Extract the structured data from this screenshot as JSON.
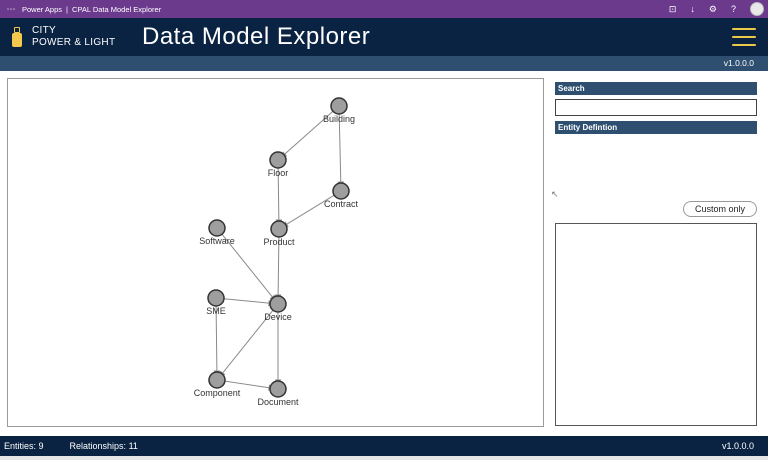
{
  "topbar": {
    "app": "Power Apps",
    "separator": "|",
    "page": "CPAL Data Model Explorer",
    "icons": [
      "fit-icon",
      "download-icon",
      "settings-icon",
      "help-icon"
    ]
  },
  "header": {
    "logo_line1": "CITY",
    "logo_line2": "POWER & LIGHT",
    "title": "Data Model Explorer"
  },
  "version": "v1.0.0.0",
  "sidebar": {
    "search_label": "Search",
    "search_value": "",
    "search_placeholder": "",
    "entity_label": "Entity Defintion",
    "custom_button": "Custom only"
  },
  "graph": {
    "nodes": [
      "Building",
      "Floor",
      "Contract",
      "Software",
      "Product",
      "SME",
      "Device",
      "Component",
      "Document"
    ],
    "edges": [
      [
        "Building",
        "Floor"
      ],
      [
        "Building",
        "Contract"
      ],
      [
        "Floor",
        "Product"
      ],
      [
        "Contract",
        "Product"
      ],
      [
        "Product",
        "Device"
      ],
      [
        "Software",
        "Device"
      ],
      [
        "SME",
        "Device"
      ],
      [
        "SME",
        "Component"
      ],
      [
        "Device",
        "Component"
      ],
      [
        "Device",
        "Document"
      ],
      [
        "Component",
        "Document"
      ]
    ]
  },
  "footer": {
    "entities": "Entities: 9",
    "relationships": "Relationships: 11",
    "version": "v1.0.0.0"
  }
}
